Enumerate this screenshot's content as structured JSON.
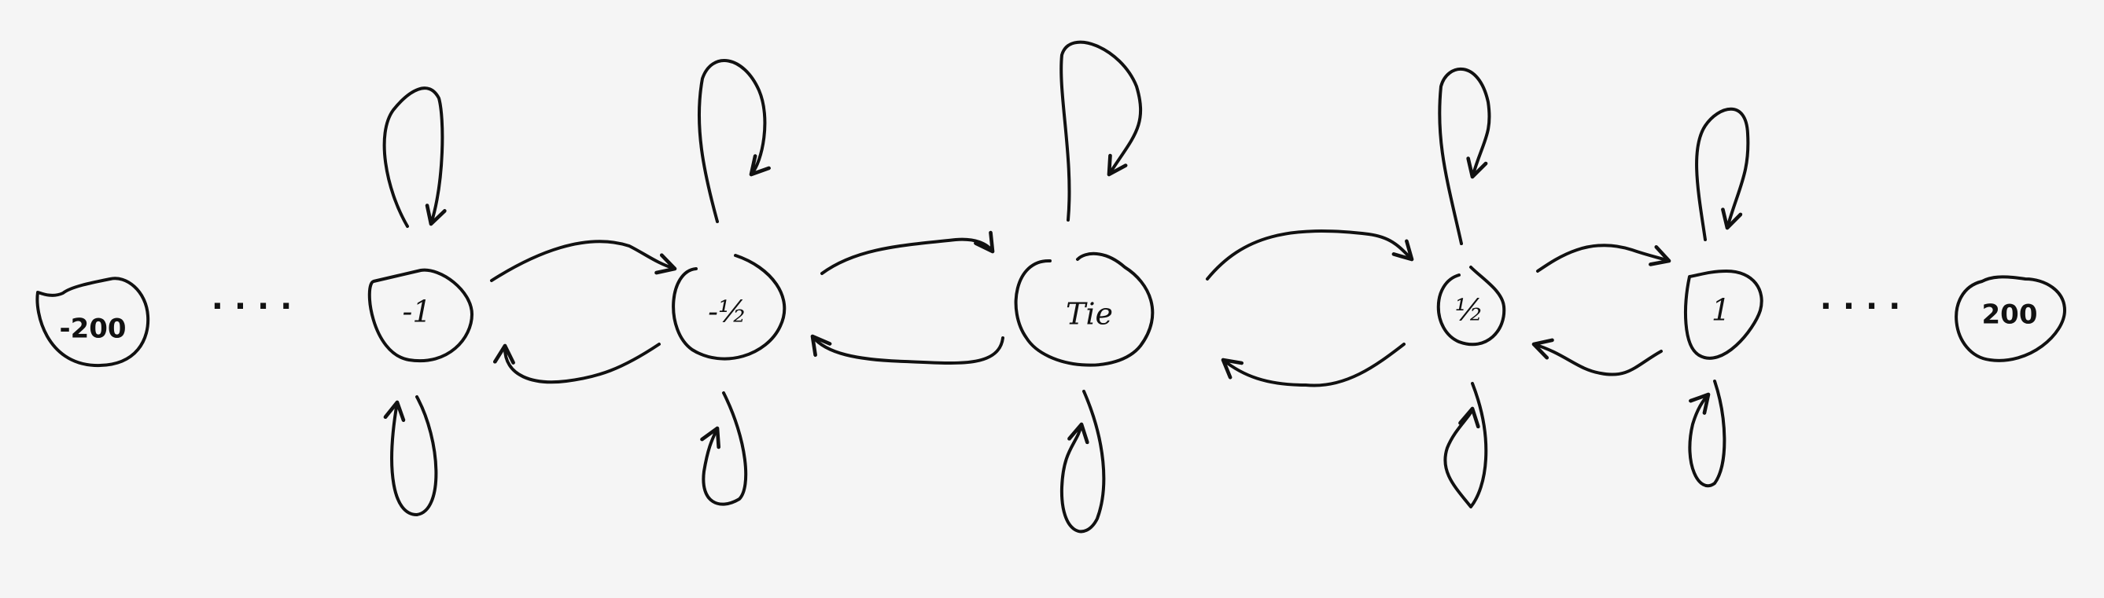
{
  "diagram": {
    "nodes": [
      {
        "id": "left-end",
        "label": "-200"
      },
      {
        "id": "n-minus-1",
        "label": "-1"
      },
      {
        "id": "n-minus-half",
        "label": "-½"
      },
      {
        "id": "tie",
        "label": "Tie"
      },
      {
        "id": "n-plus-half",
        "label": "½"
      },
      {
        "id": "n-plus-1",
        "label": "1"
      },
      {
        "id": "right-end",
        "label": "200"
      }
    ],
    "ellipses": [
      "· · · ·",
      "· · · ·"
    ]
  }
}
